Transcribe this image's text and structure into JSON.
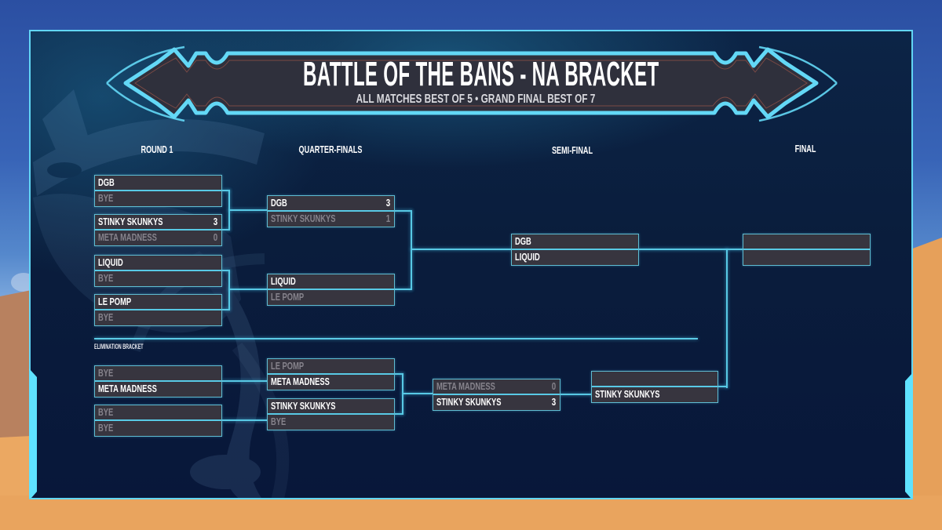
{
  "header": {
    "title": "BATTLE OF THE BANS - NA BRACKET",
    "subtitle": "ALL MATCHES BEST OF 5 • GRAND FINAL BEST OF 7"
  },
  "rounds": [
    "ROUND 1",
    "QUARTER-FINALS",
    "SEMI-FINAL",
    "FINAL"
  ],
  "bracket": {
    "upper": {
      "round_1": [
        {
          "teams": [
            {
              "name": "DGB",
              "score": "",
              "status": "winner"
            },
            {
              "name": "BYE",
              "score": "",
              "status": "loser"
            }
          ]
        },
        {
          "teams": [
            {
              "name": "STINKY SKUNKYS",
              "score": "3",
              "status": "winner"
            },
            {
              "name": "META MADNESS",
              "score": "0",
              "status": "loser"
            }
          ]
        },
        {
          "teams": [
            {
              "name": "LIQUID",
              "score": "",
              "status": "winner"
            },
            {
              "name": "BYE",
              "score": "",
              "status": "loser"
            }
          ]
        },
        {
          "teams": [
            {
              "name": "LE POMP",
              "score": "",
              "status": "winner"
            },
            {
              "name": "BYE",
              "score": "",
              "status": "loser"
            }
          ]
        }
      ],
      "quarter_finals": [
        {
          "teams": [
            {
              "name": "DGB",
              "score": "3",
              "status": "winner"
            },
            {
              "name": "STINKY SKUNKYS",
              "score": "1",
              "status": "loser"
            }
          ]
        },
        {
          "teams": [
            {
              "name": "LIQUID",
              "score": "",
              "status": "winner"
            },
            {
              "name": "LE POMP",
              "score": "",
              "status": "loser"
            }
          ]
        }
      ],
      "semi_final": [
        {
          "teams": [
            {
              "name": "DGB",
              "score": "",
              "status": "pending"
            },
            {
              "name": "LIQUID",
              "score": "",
              "status": "pending"
            }
          ]
        }
      ],
      "final": [
        {
          "teams": [
            {
              "name": "",
              "score": "",
              "status": "pending"
            },
            {
              "name": "",
              "score": "",
              "status": "pending"
            }
          ]
        }
      ]
    },
    "elimination": {
      "label": "ELIMINATION BRACKET",
      "round_1": [
        {
          "teams": [
            {
              "name": "BYE",
              "score": "",
              "status": "loser"
            },
            {
              "name": "META MADNESS",
              "score": "",
              "status": "winner"
            }
          ]
        },
        {
          "teams": [
            {
              "name": "BYE",
              "score": "",
              "status": "loser"
            },
            {
              "name": "BYE",
              "score": "",
              "status": "loser"
            }
          ]
        }
      ],
      "quarter_finals": [
        {
          "teams": [
            {
              "name": "LE POMP",
              "score": "",
              "status": "loser"
            },
            {
              "name": "META MADNESS",
              "score": "",
              "status": "winner"
            }
          ]
        },
        {
          "teams": [
            {
              "name": "STINKY SKUNKYS",
              "score": "",
              "status": "winner"
            },
            {
              "name": "BYE",
              "score": "",
              "status": "loser"
            }
          ]
        }
      ],
      "semi_final": [
        {
          "teams": [
            {
              "name": "META MADNESS",
              "score": "0",
              "status": "loser"
            },
            {
              "name": "STINKY SKUNKYS",
              "score": "3",
              "status": "winner"
            }
          ]
        }
      ],
      "final": [
        {
          "teams": [
            {
              "name": "",
              "score": "",
              "status": "pending"
            },
            {
              "name": "STINKY SKUNKYS",
              "score": "",
              "status": "pending"
            }
          ]
        }
      ]
    }
  },
  "colors": {
    "accent": "#5fd4f2",
    "panel_bg": "#0a1d3c",
    "box_bg": "#37353f",
    "winner_text": "#ffffff",
    "loser_text": "#86838c",
    "sky": "#3864b7",
    "sand": "#e9a55f"
  }
}
